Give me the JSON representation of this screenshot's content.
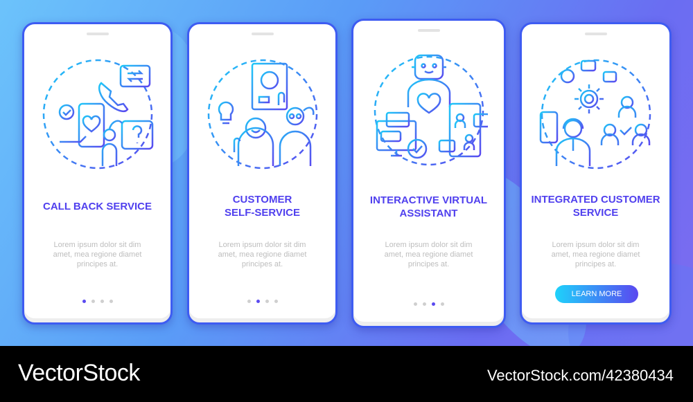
{
  "colors": {
    "accent": "#5040ee",
    "border": "#3e5cf2",
    "button_start": "#1ed2fb",
    "button_end": "#5a48f0"
  },
  "screens": [
    {
      "title": "CALL BACK SERVICE",
      "description": "Lorem ipsum dolor sit dim amet, mea regione diamet principes at.",
      "active_dot": 0,
      "icon": "phone-call-back-icon"
    },
    {
      "title": "CUSTOMER SELF-SERVICE",
      "description": "Lorem ipsum dolor sit dim amet, mea regione diamet principes at.",
      "active_dot": 1,
      "icon": "self-service-kiosk-icon"
    },
    {
      "title": "INTERACTIVE VIRTUAL ASSISTANT",
      "description": "Lorem ipsum dolor sit dim amet, mea regione diamet principes at.",
      "active_dot": 2,
      "icon": "chatbot-robot-icon"
    },
    {
      "title": "INTEGRATED CUSTOMER SERVICE",
      "description": "Lorem ipsum dolor sit dim amet, mea regione diamet principes at.",
      "button": "LEARN MORE",
      "icon": "support-agent-network-icon"
    }
  ],
  "footer": {
    "logo": "VectorStock",
    "id": "VectorStock.com/42380434"
  }
}
